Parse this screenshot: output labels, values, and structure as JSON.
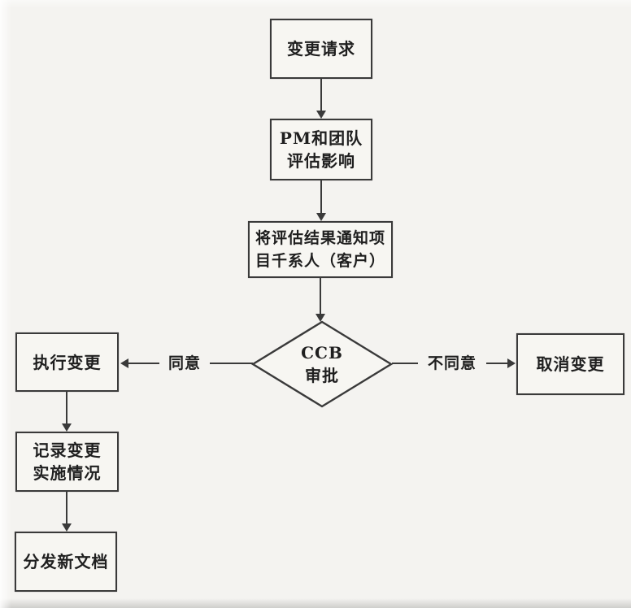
{
  "diagram": {
    "description": "change-control-process-flowchart",
    "nodes": {
      "change_request": {
        "label": "变更请求"
      },
      "pm_assess": {
        "label": "PM和团队\n评估影响"
      },
      "notify_stakeholders": {
        "label": "将评估结果通知项\n目千系人（客户）"
      },
      "ccb_approval": {
        "label": "CCB\n审批"
      },
      "execute_change": {
        "label": "执行变更"
      },
      "cancel_change": {
        "label": "取消变更"
      },
      "record_implementation": {
        "label": "记录变更\n实施情况"
      },
      "distribute_documents": {
        "label": "分发新文档"
      }
    },
    "edge_labels": {
      "agree": "同意",
      "disagree": "不同意"
    },
    "colors": {
      "background": "#f4f3f0",
      "node_fill": "#f7f6f2",
      "line": "#3a3a3a",
      "text": "#1f1f1f"
    }
  }
}
